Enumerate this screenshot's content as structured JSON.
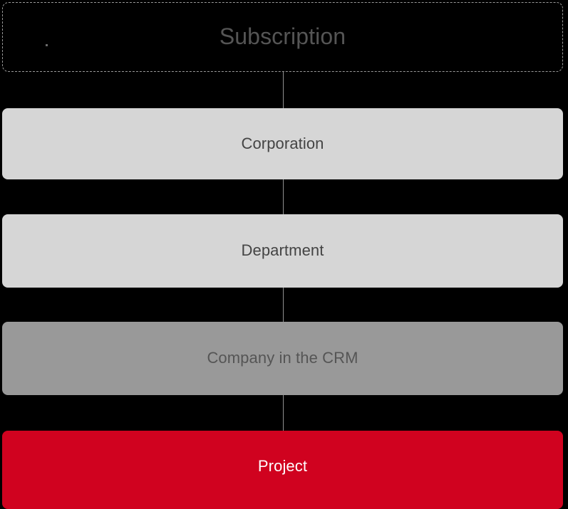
{
  "diagram": {
    "type": "hierarchy-flowchart",
    "orientation": "vertical",
    "background_color": "#000000",
    "connector_color": "#8f8f8f",
    "nodes": [
      {
        "id": "subscription",
        "label": "Subscription",
        "fill": "transparent",
        "border_style": "dashed",
        "border_color": "#9a9a9a",
        "text_color": "#555555"
      },
      {
        "id": "corporation",
        "label": "Corporation",
        "fill": "#d6d6d6",
        "border_style": "none",
        "text_color": "#444444"
      },
      {
        "id": "department",
        "label": "Department",
        "fill": "#d6d6d6",
        "border_style": "none",
        "text_color": "#444444"
      },
      {
        "id": "company-in-the-crm",
        "label": "Company in the CRM",
        "fill": "#999999",
        "border_style": "none",
        "text_color": "#555555"
      },
      {
        "id": "project",
        "label": "Project",
        "fill": "#d0021f",
        "border_style": "none",
        "text_color": "#ffffff"
      }
    ],
    "edges": [
      {
        "from": "subscription",
        "to": "corporation"
      },
      {
        "from": "corporation",
        "to": "department"
      },
      {
        "from": "department",
        "to": "company-in-the-crm"
      },
      {
        "from": "company-in-the-crm",
        "to": "project"
      }
    ]
  }
}
